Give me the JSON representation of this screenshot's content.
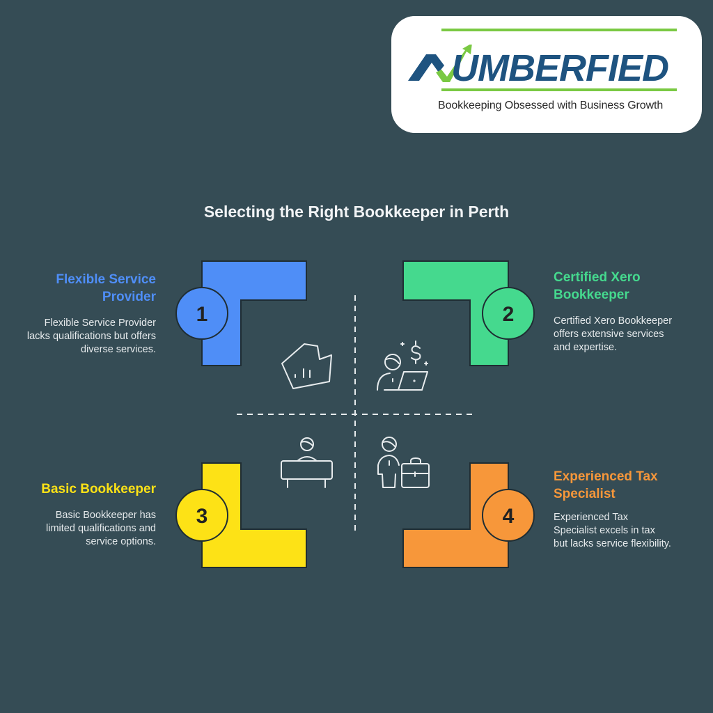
{
  "logo": {
    "brand": "NUMBERFIED",
    "tagline": "Bookkeeping Obsessed with Business Growth",
    "colors": {
      "brand_blue": "#1e5380",
      "accent_green": "#7ac943"
    }
  },
  "title": "Selecting the Right Bookkeeper in Perth",
  "colors": {
    "background": "#354c55",
    "icon_stroke": "#e8ecee",
    "divider": "#e8ecee"
  },
  "quadrants": [
    {
      "number": "1",
      "heading": "Flexible Service Provider",
      "description": "Flexible Service Provider lacks qualifications but offers diverse services.",
      "color": "#4f8ef7",
      "icon": "chart-map-icon"
    },
    {
      "number": "2",
      "heading": "Certified Xero Bookkeeper",
      "description": "Certified Xero Bookkeeper offers extensive services and expertise.",
      "color": "#45d98e",
      "icon": "person-laptop-money-icon"
    },
    {
      "number": "3",
      "heading": "Basic Bookkeeper",
      "description": "Basic Bookkeeper has limited qualifications and service options.",
      "color": "#fde216",
      "icon": "person-desk-icon"
    },
    {
      "number": "4",
      "heading": "Experienced Tax Specialist",
      "description": "Experienced Tax Specialist excels in tax but lacks service flexibility.",
      "color": "#f7973a",
      "icon": "person-briefcase-icon"
    }
  ]
}
